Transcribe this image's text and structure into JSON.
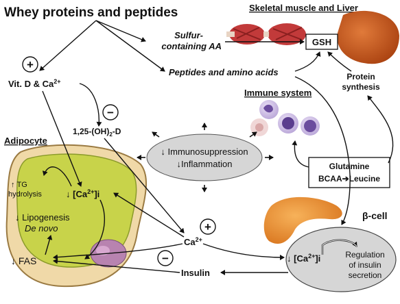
{
  "title": "Whey proteins and peptides",
  "headings": {
    "skeletal_liver": "Skeletal muscle and Liver",
    "immune_system": "Immune system",
    "adipocyte": "Adipocyte",
    "beta_cell": "β-cell"
  },
  "nodes": {
    "sulfur_line1": "Sulfur-",
    "sulfur_line2": "containing AA",
    "gsh": "GSH",
    "peptides_aa": "Peptides and amino acids",
    "protein_line1": "Protein",
    "protein_line2": "synthesis",
    "vitd": "Vit. D & Ca",
    "vitd_sup": "2+",
    "dihydroxy_a": "1,25-(OH)",
    "dihydroxy_sub": "2",
    "dihydroxy_b": "-D",
    "immuno": "Immunosuppression",
    "inflammation": "Inflammation",
    "glutamine": "Glutamine",
    "bcaa": "BCAA",
    "leucine": "Leucine",
    "tg_line1": "TG",
    "tg_line2": "hydrolysis",
    "ca_i_adipo": "[Ca",
    "ca_i_adipo_sup": "2+",
    "ca_i_adipo_end": "]i",
    "lipogenesis": "Lipogenesis",
    "de_novo": "De novo",
    "fas": "FAS",
    "ca2": "Ca",
    "ca2_sup": "2+",
    "insulin": "Insulin",
    "ca_i_beta": "[Ca",
    "ca_i_beta_sup": "2+",
    "ca_i_beta_end": "]i",
    "reg_line1": "Regulation",
    "reg_line2": "of insulin",
    "reg_line3": "secretion"
  },
  "signs": {
    "plus_vitd": "+",
    "minus_dihydroxy": "−",
    "plus_ca": "+",
    "minus_insulin": "−"
  },
  "colors": {
    "adipocyte_outer": "#f0d9a8",
    "adipocyte_fat": "#c8d34a",
    "adipocyte_outline": "#9a7a42",
    "ellipse_gray": "#d6d6d6",
    "liver": "#c8501a",
    "pancreas": "#f0953a",
    "muscle": "#c23a3a",
    "immune_cell": "#6b4d9e"
  }
}
